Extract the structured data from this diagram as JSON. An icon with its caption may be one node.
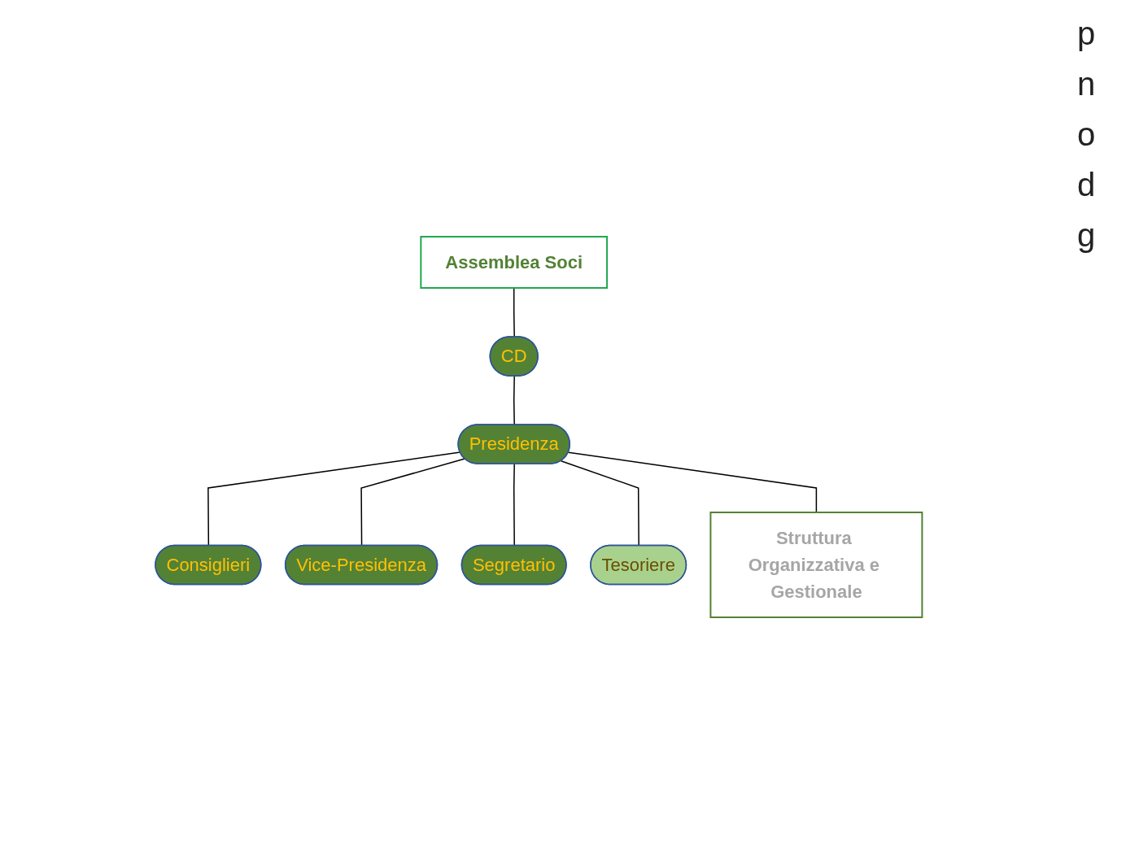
{
  "diagram": {
    "nodes": [
      {
        "text": [
          "Assemblea Soci"
        ]
      },
      {
        "text": [
          "CD"
        ]
      },
      {
        "text": [
          "Presidenza"
        ]
      },
      {
        "text": [
          "Consiglieri"
        ]
      },
      {
        "text": [
          "Vice-Presidenza"
        ]
      },
      {
        "text": [
          "Segretario"
        ]
      },
      {
        "text": [
          "Tesoriere"
        ]
      },
      {
        "text": [
          "Struttura Organizzativa e Gestionale"
        ]
      }
    ],
    "edges": [
      {
        "from": 0,
        "to": 1,
        "arrow": "none"
      },
      {
        "from": 1,
        "to": 2,
        "arrow": "none"
      },
      {
        "from": 2,
        "to": 3,
        "arrow": "none"
      },
      {
        "from": 2,
        "to": 4,
        "arrow": "none"
      },
      {
        "from": 2,
        "to": 5,
        "arrow": "none"
      },
      {
        "from": 2,
        "to": 6,
        "arrow": "none"
      },
      {
        "from": 2,
        "to": 7,
        "arrow": "none"
      }
    ],
    "labels": [
      "p",
      "n",
      "o",
      "d",
      "g"
    ]
  }
}
